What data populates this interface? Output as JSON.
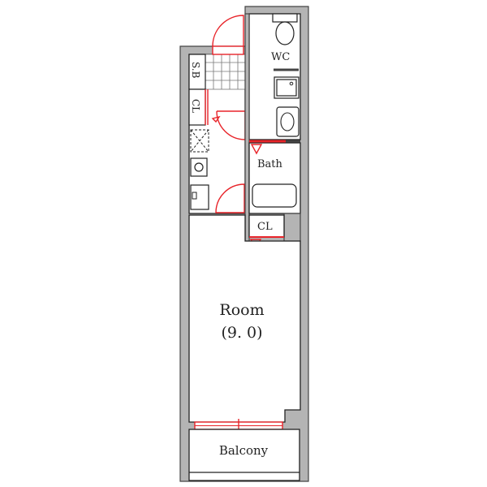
{
  "floorplan": {
    "rooms": {
      "wc": "WC",
      "shoe_box": "S.B",
      "closet_entry": "CL",
      "bath": "Bath",
      "closet_room": "CL",
      "room": "Room",
      "room_size": "(9. 0)",
      "balcony": "Balcony"
    },
    "colors": {
      "wall": "#b4b4b4",
      "door": "#e8242a",
      "line": "#222222"
    }
  }
}
